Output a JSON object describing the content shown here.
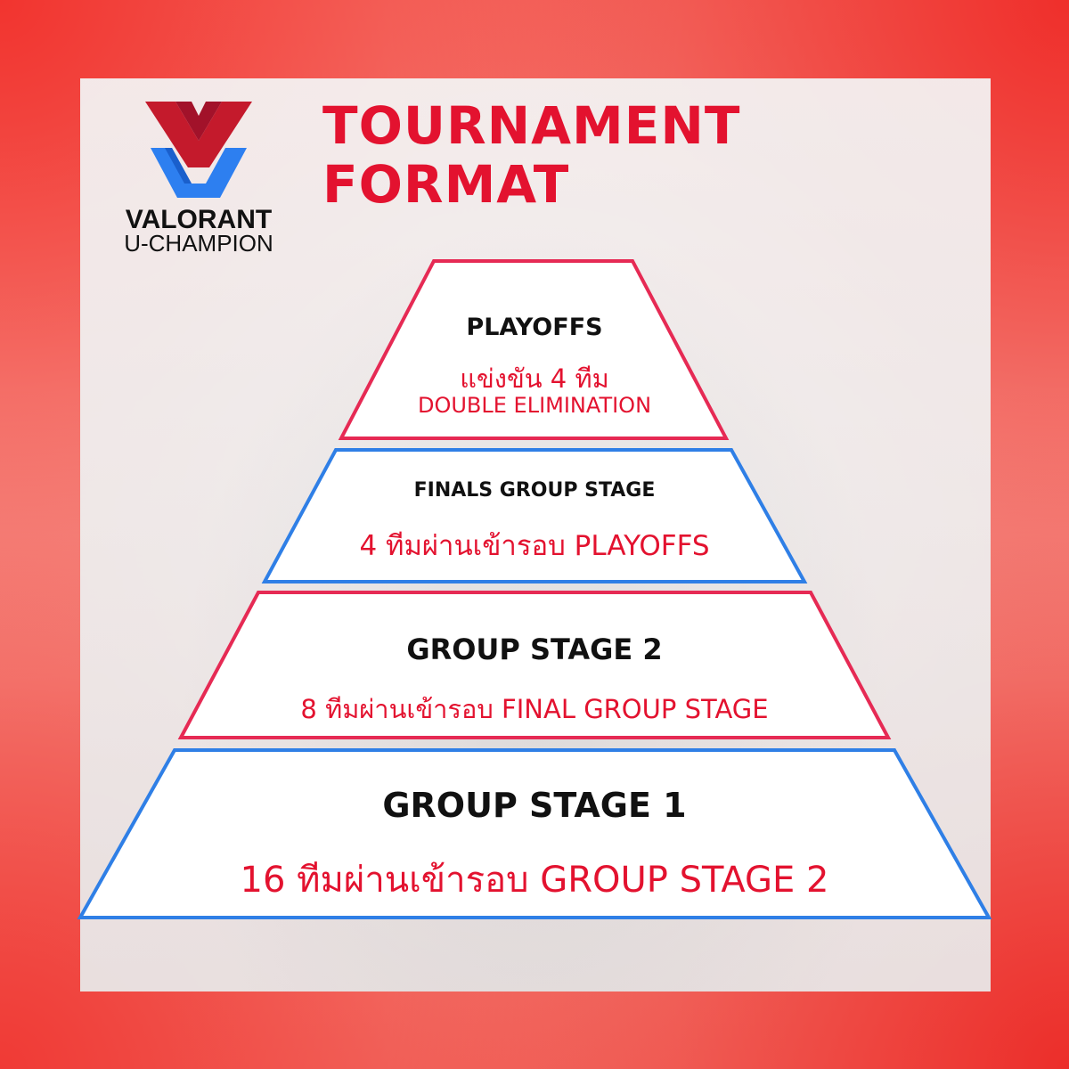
{
  "logo": {
    "line1": "VALORANT",
    "line2": "U-CHAMPION",
    "colors": {
      "red": "#c41a2c",
      "blue": "#2d7ff0"
    }
  },
  "title": {
    "line1": "TOURNAMENT",
    "line2": "FORMAT",
    "color": "#e3122f"
  },
  "tiers": [
    {
      "heading": "PLAYOFFS",
      "line1": "แข่งขัน 4 ทีม",
      "line2": "DOUBLE ELIMINATION",
      "border_color": "#e62a54"
    },
    {
      "heading": "FINALS GROUP STAGE",
      "line1": "4 ทีมผ่านเข้ารอบ PLAYOFFS",
      "border_color": "#2f7fe6"
    },
    {
      "heading": "GROUP STAGE 2",
      "line1": "8 ทีมผ่านเข้ารอบ FINAL GROUP STAGE",
      "border_color": "#e62a54"
    },
    {
      "heading": "GROUP STAGE 1",
      "line1": "16 ทีมผ่านเข้ารอบ GROUP STAGE 2",
      "border_color": "#2f7fe6"
    }
  ]
}
